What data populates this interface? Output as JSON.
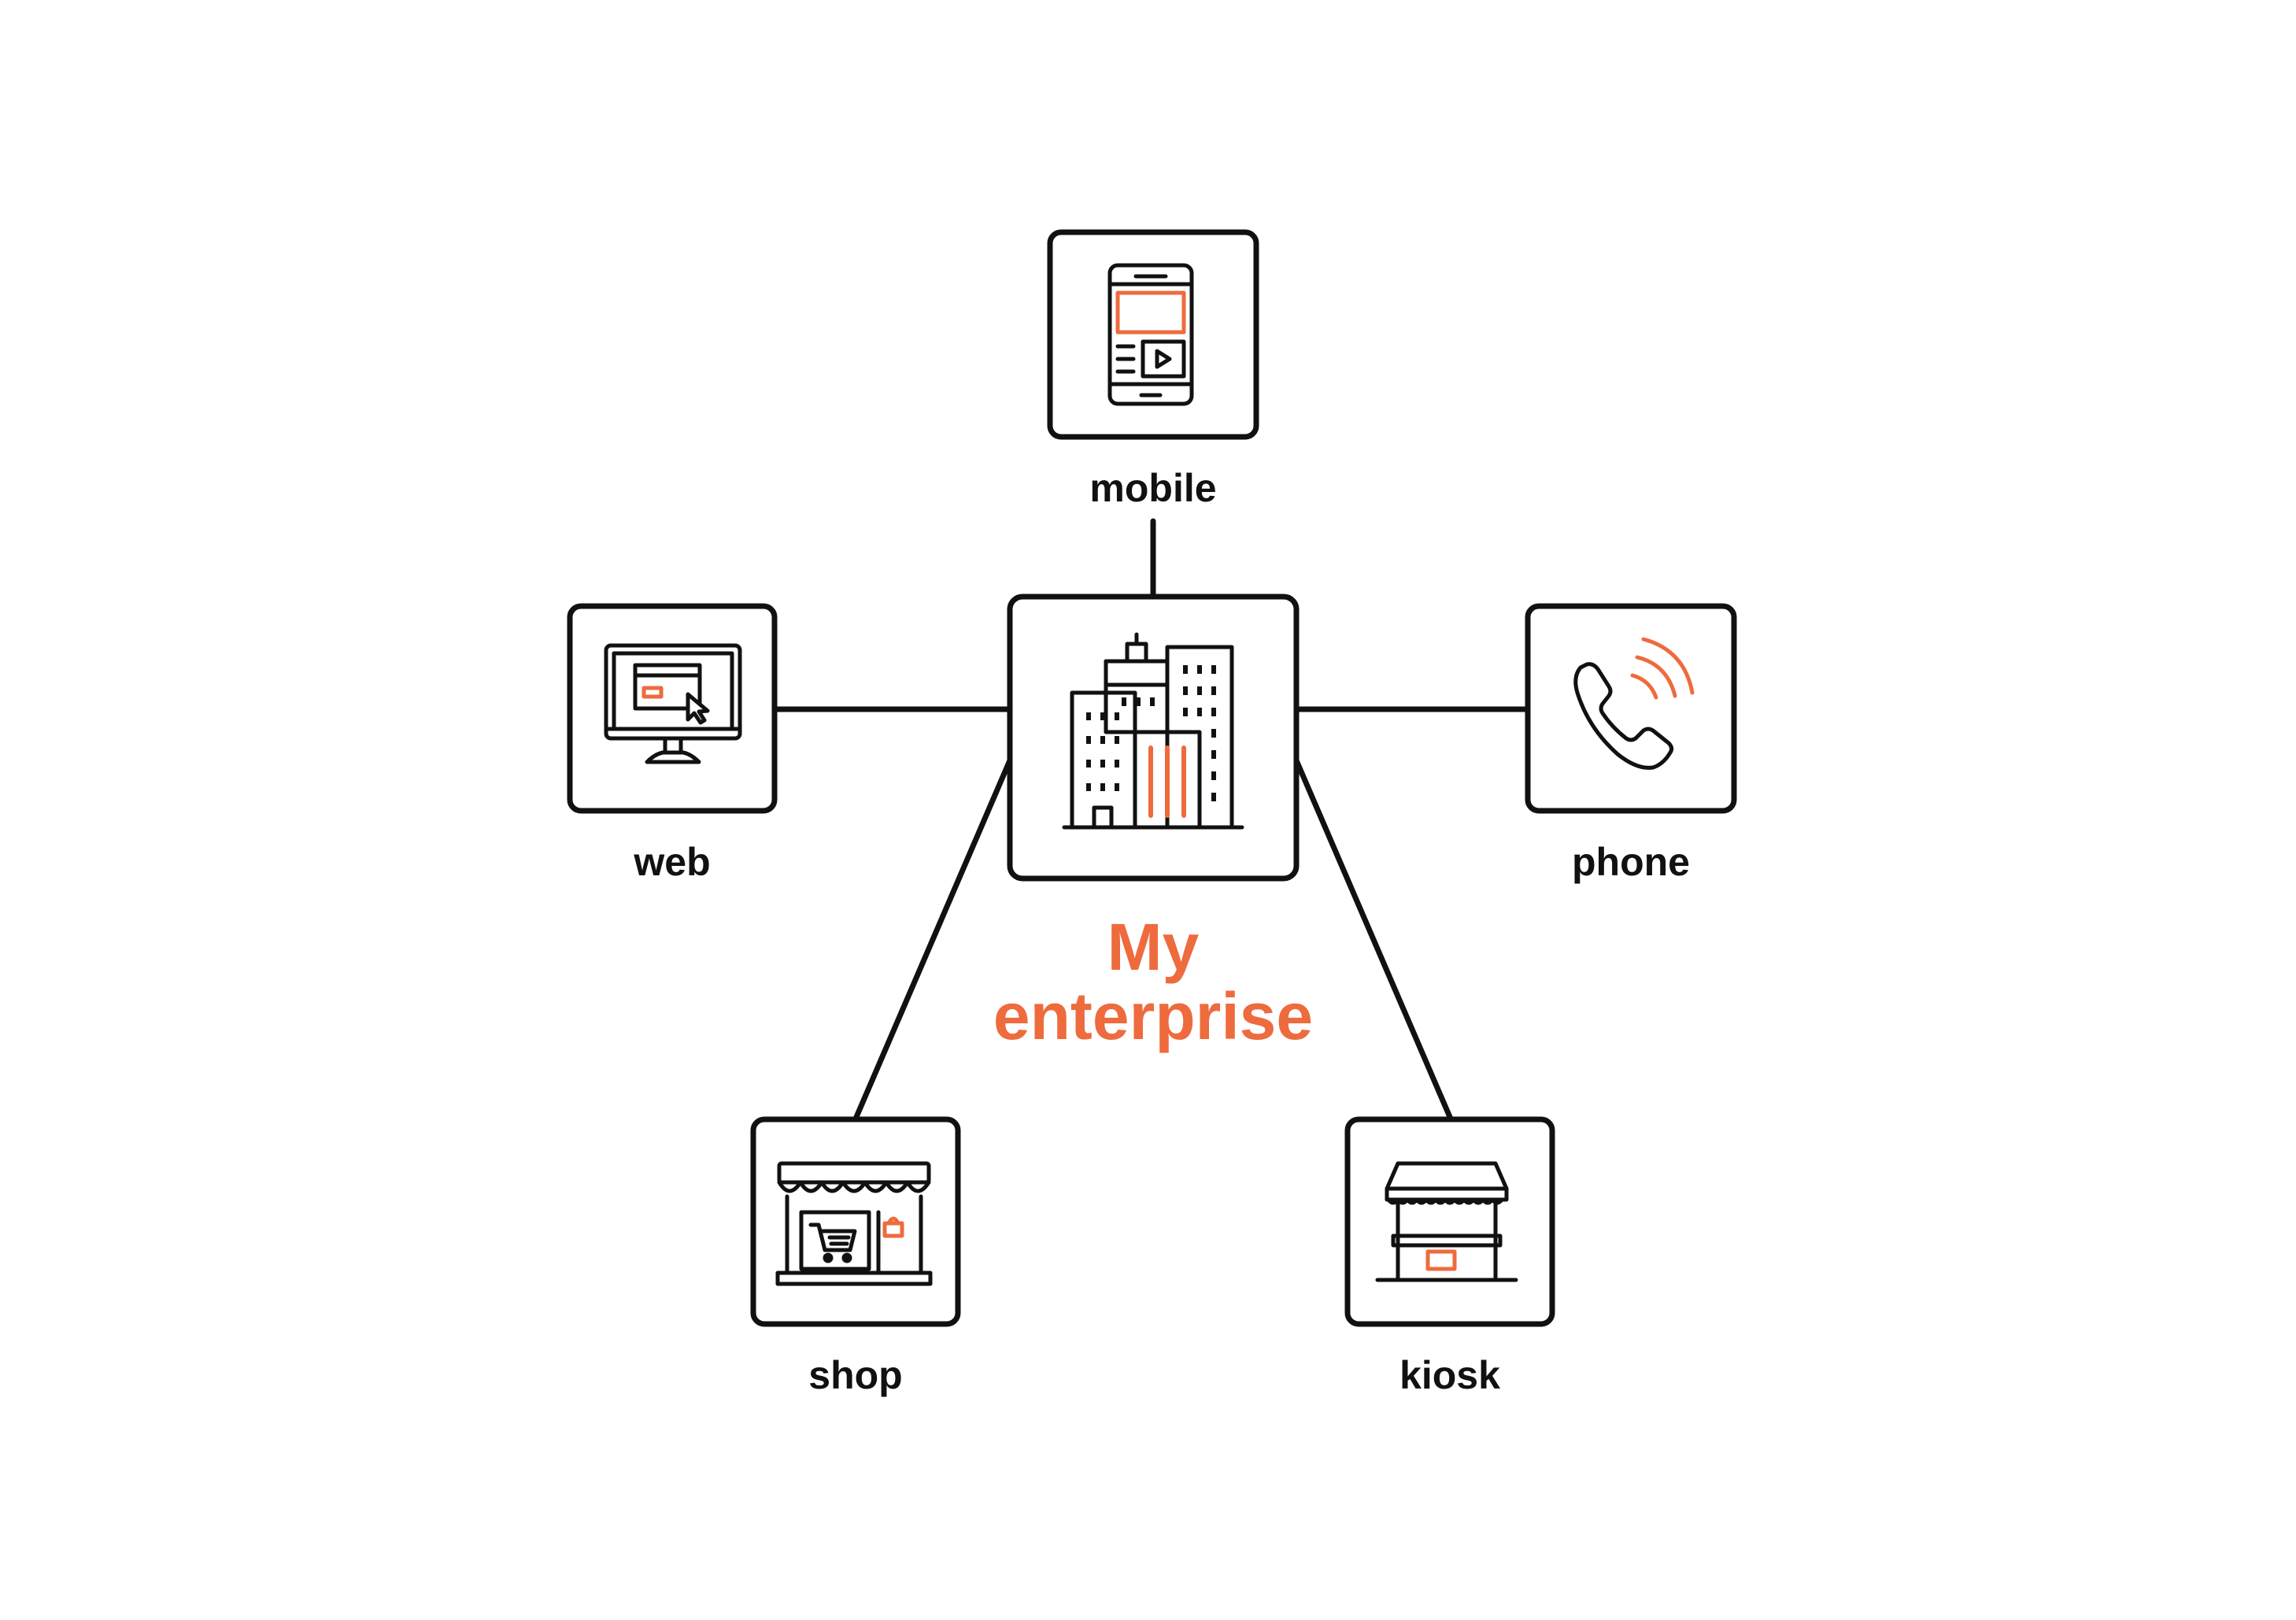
{
  "colors": {
    "accent": "#EE6B3E",
    "stroke": "#111111",
    "background": "#FFFFFF"
  },
  "center": {
    "title_line1": "My",
    "title_line2": "enterprise",
    "icon": "office-buildings-icon"
  },
  "channels": [
    {
      "id": "mobile",
      "label": "mobile",
      "icon": "smartphone-icon"
    },
    {
      "id": "web",
      "label": "web",
      "icon": "desktop-monitor-icon"
    },
    {
      "id": "phone",
      "label": "phone",
      "icon": "phone-call-icon"
    },
    {
      "id": "shop",
      "label": "shop",
      "icon": "storefront-icon"
    },
    {
      "id": "kiosk",
      "label": "kiosk",
      "icon": "kiosk-stall-icon"
    }
  ]
}
